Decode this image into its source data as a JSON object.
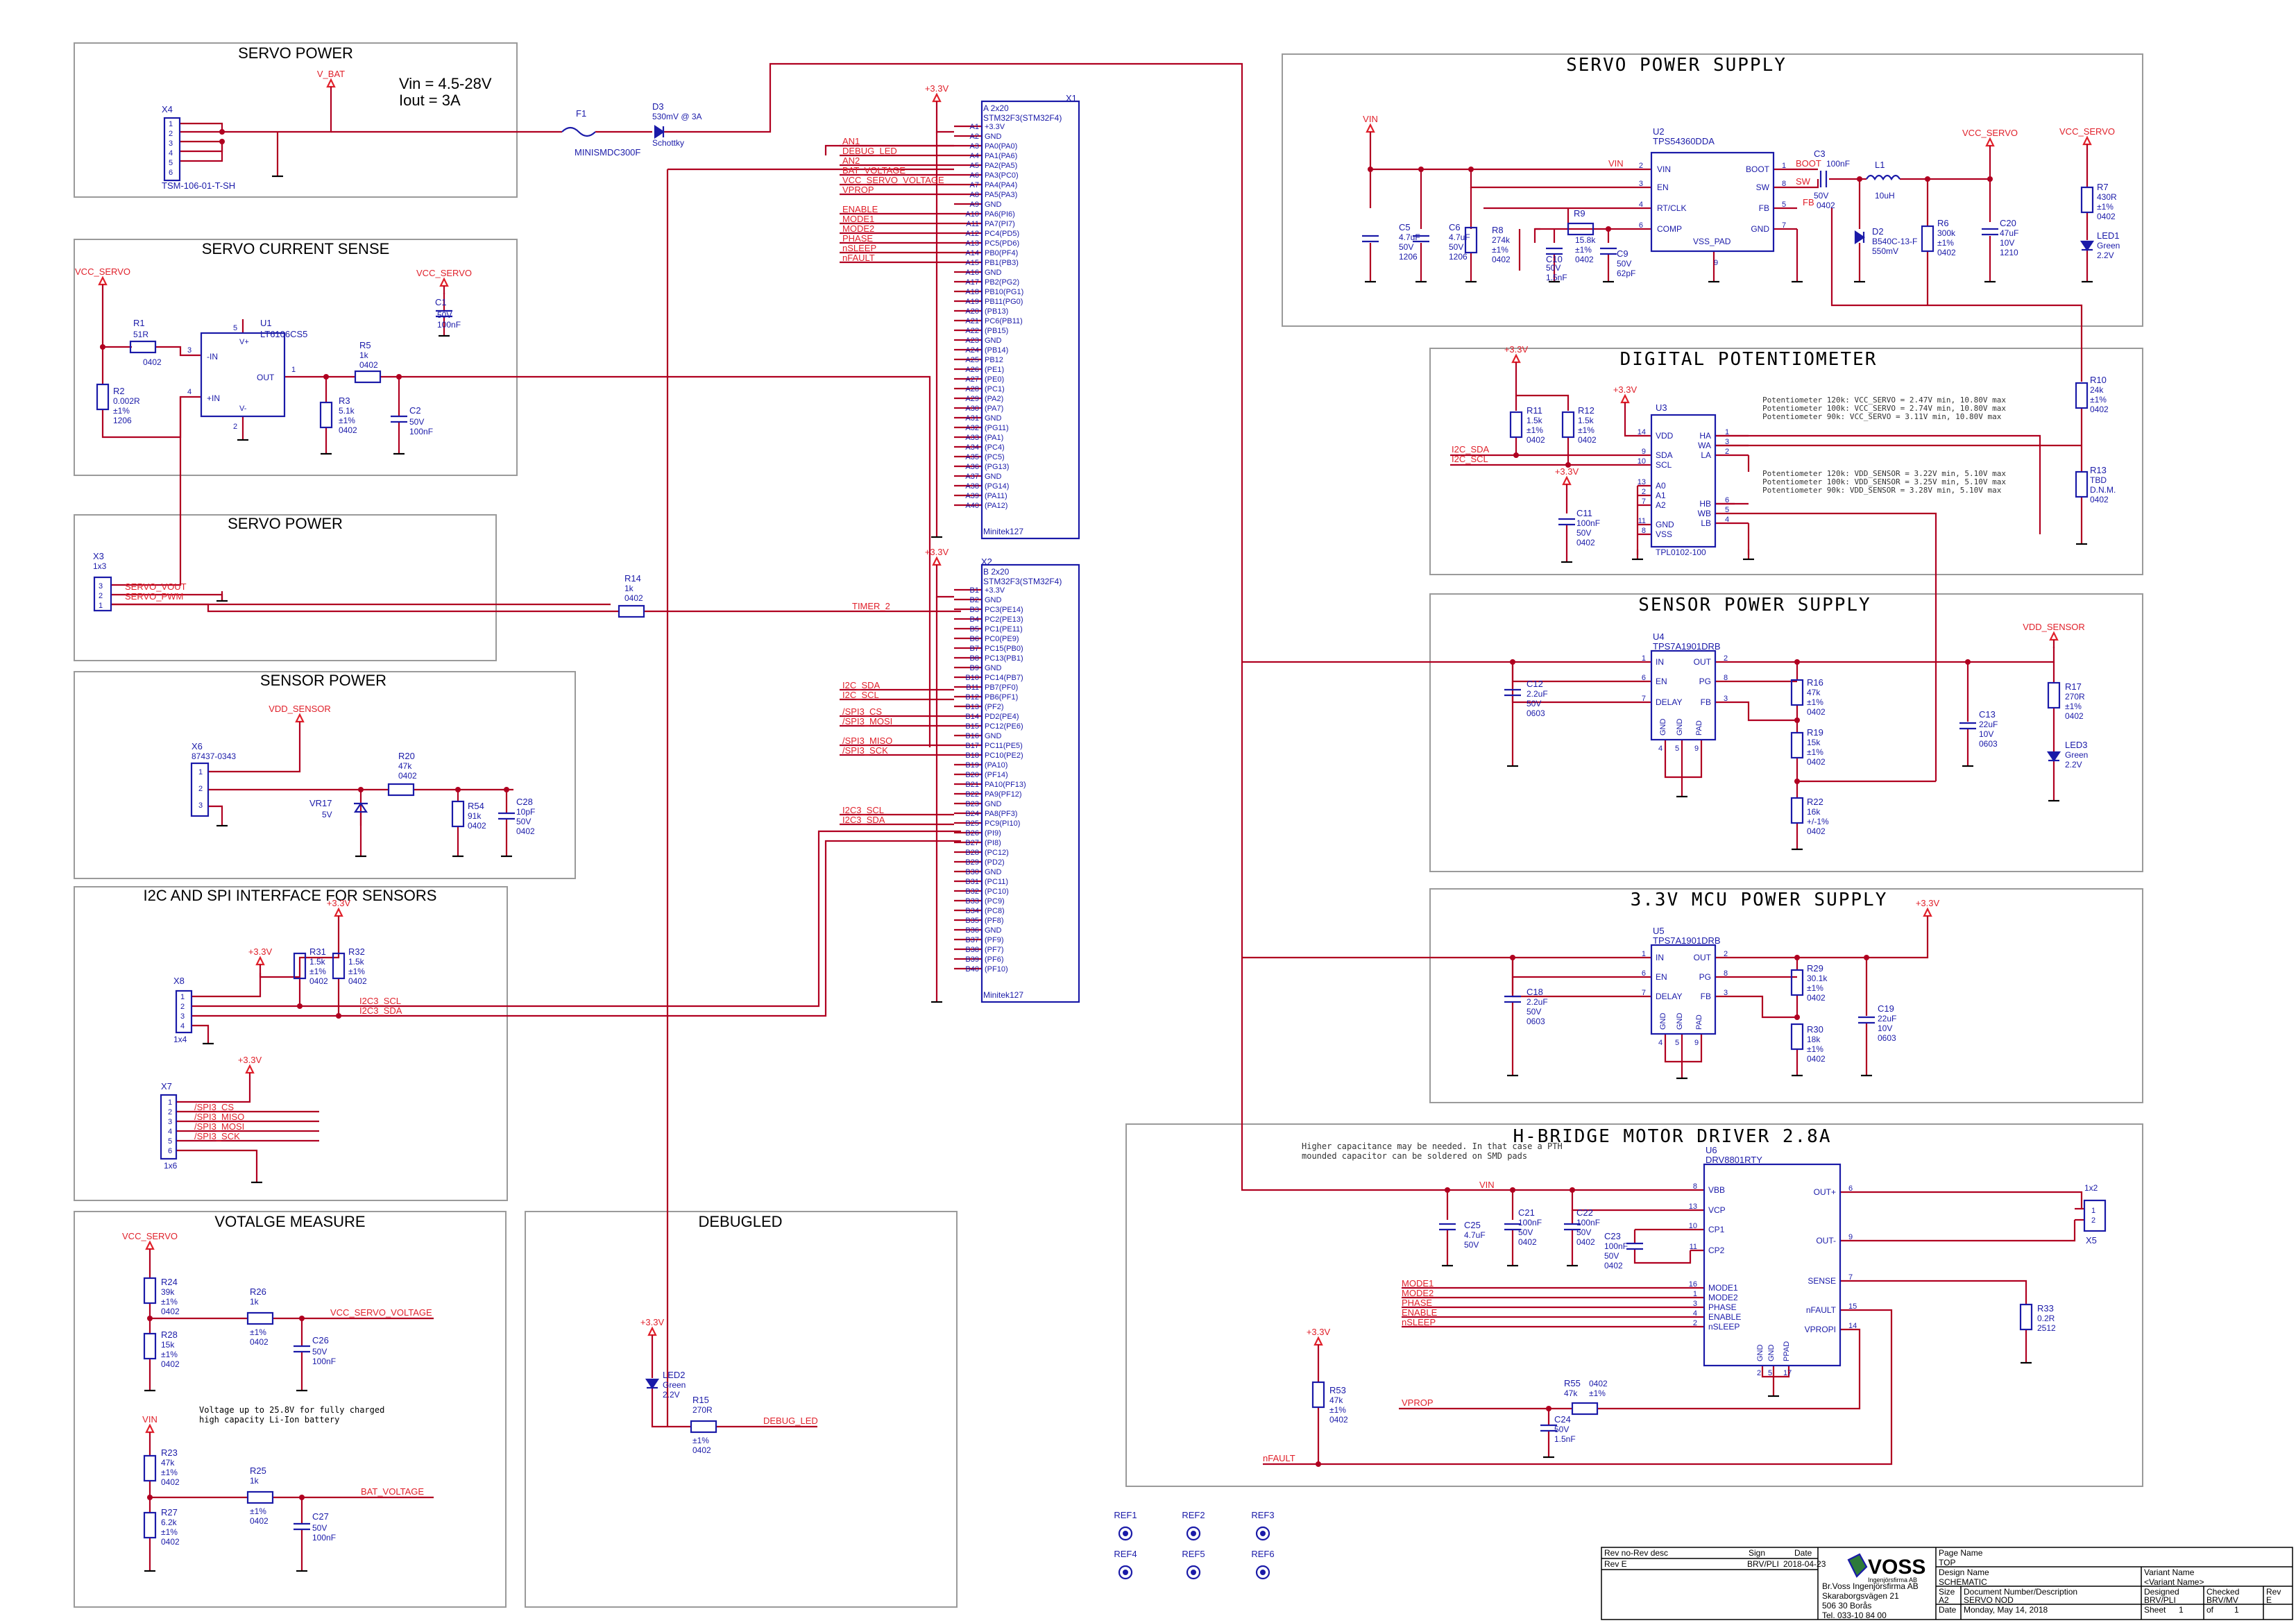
{
  "colors": {
    "wire": "#b00020",
    "part": "#1a1aa8",
    "frame": "#9a9a9a",
    "net": "#e0202a",
    "text": "#1a1aa8",
    "black": "#000000"
  },
  "blocks": {
    "servo_power": "SERVO POWER",
    "servo_current": "SERVO CURRENT SENSE",
    "servo_power2": "SERVO POWER",
    "sensor_power": "SENSOR POWER",
    "i2c_spi": "I2C AND SPI INTERFACE FOR SENSORS",
    "voltage": "VOTALGE MEASURE",
    "debugled": "DEBUGLED",
    "servo_supply": "SERVO POWER SUPPLY",
    "digipot": "DIGITAL POTENTIOMETER",
    "sensor_supply": "SENSOR POWER SUPPLY",
    "mcu_supply": "3.3V MCU POWER SUPPLY",
    "hbridge": "H-BRIDGE MOTOR DRIVER 2.8A"
  },
  "servo_power": {
    "vbat": "V_BAT",
    "vin_note": "Vin = 4.5-28V",
    "iout_note": "Iout = 3A",
    "x4": "X4",
    "x4_part": "TSM-106-01-T-SH",
    "pins": [
      "1",
      "2",
      "3",
      "4",
      "5",
      "6"
    ],
    "f1": "F1",
    "f1_part": "MINISMDC300F",
    "d3": "D3",
    "d3_val": "530mV @ 3A",
    "d3_type": "Schottky"
  },
  "servo_current": {
    "vcc": "VCC_SERVO",
    "vcc2": "VCC_SERVO",
    "r1": "R1",
    "r1_val": "51R",
    "r1_pkg": "0402",
    "r2": "R2",
    "r2_val": "0.002R",
    "r2_tol": "±1%",
    "r2_pkg": "1206",
    "u1": "U1",
    "u1_part": "LT6106CS5",
    "u1_in_neg": "-IN",
    "u1_in_pos": "+IN",
    "u1_out": "OUT",
    "u1_vp": "V+",
    "u1_vm": "V-",
    "pin3": "3",
    "pin4": "4",
    "pin5": "5",
    "pin1": "1",
    "pin2": "2",
    "r5": "R5",
    "r5_val": "1k",
    "r5_pkg": "0402",
    "r3": "R3",
    "r3_val": "5.1k",
    "r3_tol": "±1%",
    "r3_pkg": "0402",
    "c2": "C2",
    "c2_v": "50V",
    "c2_val": "100nF",
    "c1": "C1",
    "c1_v": "50V",
    "c1_val": "100nF"
  },
  "servo_power2": {
    "x3": "X3",
    "x3_part": "1x3",
    "pins": [
      "3",
      "2",
      "1"
    ],
    "net_vout": "SERVO_VOUT",
    "net_pwm": "SERVO_PWM",
    "r14": "R14",
    "r14_val": "1k",
    "r14_pkg": "0402",
    "timer": "TIMER_2"
  },
  "sensor_power": {
    "vdd": "VDD_SENSOR",
    "x6": "X6",
    "x6_part": "87437-0343",
    "pins": [
      "1",
      "2",
      "3"
    ],
    "r20": "R20",
    "r20_val": "47k",
    "r20_pkg": "0402",
    "vr17": "VR17",
    "vr17_val": "5V",
    "r54": "R54",
    "r54_val": "91k",
    "r54_pkg": "0402",
    "c28": "C28",
    "c28_val": "10pF",
    "c28_v": "50V",
    "c28_pkg": "0402"
  },
  "i2c_spi": {
    "v33a": "+3.3V",
    "v33b": "+3.3V",
    "r31": "R31",
    "r31_val": "1.5k",
    "r31_tol": "±1%",
    "r31_pkg": "0402",
    "r32": "R32",
    "r32_val": "1.5k",
    "r32_tol": "±1%",
    "r32_pkg": "0402",
    "x8": "X8",
    "x8_part": "1x4",
    "x8_pins": [
      "1",
      "2",
      "3",
      "4"
    ],
    "net_scl": "I2C3_SCL",
    "net_sda": "I2C3_SDA",
    "v33c": "+3.3V",
    "x7": "X7",
    "x7_part": "1x6",
    "x7_pins": [
      "1",
      "2",
      "3",
      "4",
      "5",
      "6"
    ],
    "spi_nets": [
      "/SPI3_CS",
      "/SPI3_MISO",
      "/SPI3_MOSI",
      "/SPI3_SCK"
    ]
  },
  "voltage": {
    "vcc": "VCC_SERVO",
    "r24": "R24",
    "r24_val": "39k",
    "r24_tol": "±1%",
    "r24_pkg": "0402",
    "r26": "R26",
    "r26_val": "1k",
    "r26_tol": "±1%",
    "r26_pkg": "0402",
    "r28": "R28",
    "r28_val": "15k",
    "r28_tol": "±1%",
    "r28_pkg": "0402",
    "c26": "C26",
    "c26_v": "50V",
    "c26_val": "100nF",
    "net1": "VCC_SERVO_VOLTAGE",
    "note1": "Voltage up to 25.8V for fully charged",
    "note2": "high capacity Li-Ion battery",
    "vin": "VIN",
    "r23": "R23",
    "r23_val": "47k",
    "r23_tol": "±1%",
    "r23_pkg": "0402",
    "r25": "R25",
    "r25_val": "1k",
    "r25_tol": "±1%",
    "r25_pkg": "0402",
    "r27": "R27",
    "r27_val": "6.2k",
    "r27_tol": "±1%",
    "r27_pkg": "0402",
    "c27": "C27",
    "c27_v": "50V",
    "c27_val": "100nF",
    "net2": "BAT_VOLTAGE"
  },
  "debugled": {
    "v33": "+3.3V",
    "led2": "LED2",
    "led2_col": "Green",
    "led2_v": "2.2V",
    "r15": "R15",
    "r15_val": "270R",
    "r15_tol": "±1%",
    "r15_pkg": "0402",
    "net": "DEBUG_LED"
  },
  "mcu_a": {
    "v33": "+3.3V",
    "x1": "X1",
    "title": "A 2x20",
    "part": "STM32F3(STM32F4)",
    "footer": "Minitek127",
    "nets": [
      "AN1",
      "DEBUG_LED",
      "AN2",
      "BAT_VOLTAGE",
      "VCC_SERVO_VOLTAGE",
      "VPROP",
      "ENABLE",
      "MODE1",
      "MODE2",
      "PHASE",
      "nSLEEP",
      "nFAULT"
    ],
    "pins": [
      "A1",
      "A2",
      "A3",
      "A4",
      "A5",
      "A6",
      "A7",
      "A8",
      "A9",
      "A10",
      "A11",
      "A12",
      "A13",
      "A14",
      "A15",
      "A16",
      "A17",
      "A18",
      "A19",
      "A20",
      "A21",
      "A22",
      "A23",
      "A24",
      "A25",
      "A26",
      "A27",
      "A28",
      "A29",
      "A30",
      "A31",
      "A32",
      "A33",
      "A34",
      "A35",
      "A36",
      "A37",
      "A38",
      "A39",
      "A40"
    ],
    "labels": [
      "+3.3V",
      "GND",
      "PA0(PA0)",
      "PA1(PA6)",
      "PA2(PA5)",
      "PA3(PC0)",
      "PA4(PA4)",
      "PA5(PA3)",
      "GND",
      "PA6(PI6)",
      "PA7(PI7)",
      "PC4(PD5)",
      "PC5(PD6)",
      "PB0(PF4)",
      "PB1(PB3)",
      "GND",
      "PB2(PG2)",
      "PB10(PG1)",
      "PB11(PG0)",
      "(PB13)",
      "PC6(PB11)",
      "(PB15)",
      "GND",
      "(PB14)",
      "PB12",
      "(PE1)",
      "(PE0)",
      "(PC1)",
      "(PA2)",
      "(PA7)",
      "GND",
      "(PG11)",
      "(PA1)",
      "(PC4)",
      "(PC5)",
      "(PG13)",
      "GND",
      "(PG14)",
      "(PA11)",
      "(PA12)"
    ]
  },
  "mcu_b": {
    "v33": "+3.3V",
    "x2": "X2",
    "title": "B 2x20",
    "part": "STM32F3(STM32F4)",
    "footer": "Minitek127",
    "nets": [
      "I2C_SDA",
      "I2C_SCL",
      "/SPI3_CS",
      "/SPI3_MOSI",
      "/SPI3_MISO",
      "/SPI3_SCK",
      "I2C3_SCL",
      "I2C3_SDA"
    ],
    "pins": [
      "B1",
      "B2",
      "B3",
      "B4",
      "B5",
      "B6",
      "B7",
      "B8",
      "B9",
      "B10",
      "B11",
      "B12",
      "B13",
      "B14",
      "B15",
      "B16",
      "B17",
      "B18",
      "B19",
      "B20",
      "B21",
      "B22",
      "B23",
      "B24",
      "B25",
      "B26",
      "B27",
      "B28",
      "B29",
      "B30",
      "B31",
      "B32",
      "B33",
      "B34",
      "B35",
      "B36",
      "B37",
      "B38",
      "B39",
      "B40"
    ],
    "labels": [
      "+3.3V",
      "GND",
      "PC3(PE14)",
      "PC2(PE13)",
      "PC1(PE11)",
      "PC0(PE9)",
      "PC15(PB0)",
      "PC13(PB1)",
      "GND",
      "PC14(PB7)",
      "PB7(PF0)",
      "PB6(PF1)",
      "(PF2)",
      "PD2(PE4)",
      "PC12(PE6)",
      "GND",
      "PC11(PE5)",
      "PC10(PE2)",
      "(PA10)",
      "(PF14)",
      "PA10(PF13)",
      "PA9(PF12)",
      "GND",
      "PA8(PF3)",
      "PC9(PI10)",
      "(PI9)",
      "(PI8)",
      "(PC12)",
      "(PD2)",
      "GND",
      "(PC11)",
      "(PC10)",
      "(PC9)",
      "(PC8)",
      "(PF8)",
      "GND",
      "(PF9)",
      "(PF7)",
      "(PF6)",
      "(PF10)"
    ]
  },
  "servo_supply": {
    "vin": "VIN",
    "vin2": "VIN",
    "u2": "U2",
    "u2_part": "TPS54360DDA",
    "u2_pins": [
      "VIN",
      "EN",
      "RT/CLK",
      "COMP",
      "BOOT",
      "SW",
      "FB",
      "GND",
      "VSS_PAD"
    ],
    "u2_nums": [
      "2",
      "3",
      "4",
      "6",
      "1",
      "8",
      "5",
      "7",
      "9"
    ],
    "net_boot": "BOOT",
    "net_sw": "SW",
    "net_fb": "FB",
    "c3": "C3",
    "c3_val": "100nF",
    "c3_v": "50V",
    "c3_pkg": "0402",
    "l1": "L1",
    "l1_val": "10uH",
    "vcc": "VCC_SERVO",
    "vcc2": "VCC_SERVO",
    "c5": "C5",
    "c5_val": "4.7uF",
    "c5_v": "50V",
    "c5_pkg": "1206",
    "c6": "C6",
    "c6_val": "4.7uF",
    "c6_v": "50V",
    "c6_pkg": "1206",
    "r8": "R8",
    "r8_val": "274k",
    "r8_tol": "±1%",
    "r8_pkg": "0402",
    "r9": "R9",
    "r9_val": "15.8k",
    "r9_tol": "±1%",
    "r9_pkg": "0402",
    "c10": "C10",
    "c10_v": "50V",
    "c10_val": "1.5nF",
    "c9": "C9",
    "c9_v": "50V",
    "c9_val": "62pF",
    "d2": "D2",
    "d2_part": "B540C-13-F",
    "d2_val": "550mV",
    "r6": "R6",
    "r6_val": "300k",
    "r6_tol": "±1%",
    "r6_pkg": "0402",
    "c20": "C20",
    "c20_val": "47uF",
    "c20_v": "10V",
    "c20_pkg": "1210",
    "r7": "R7",
    "r7_val": "430R",
    "r7_tol": "±1%",
    "r7_pkg": "0402",
    "led1": "LED1",
    "led1_col": "Green",
    "led1_v": "2.2V",
    "r10": "R10",
    "r10_val": "24k",
    "r10_tol": "±1%",
    "r10_pkg": "0402",
    "r13": "R13",
    "r13_val": "TBD",
    "r13_tol": "D.N.M.",
    "r13_pkg": "0402"
  },
  "digipot": {
    "v33a": "+3.3V",
    "v33b": "+3.3V",
    "v33c": "+3.3V",
    "r11": "R11",
    "r11_val": "1.5k",
    "r11_tol": "±1%",
    "r11_pkg": "0402",
    "r12": "R12",
    "r12_val": "1.5k",
    "r12_tol": "±1%",
    "r12_pkg": "0402",
    "net_sda": "I2C_SDA",
    "net_scl": "I2C_SCL",
    "u3": "U3",
    "u3_part": "TPL0102-100",
    "u3_left": [
      "VDD",
      "SDA",
      "SCL",
      "A0",
      "A1",
      "A2",
      "GND",
      "VSS"
    ],
    "u3_left_n": [
      "14",
      "9",
      "10",
      "13",
      "2",
      "7",
      "11",
      "8"
    ],
    "u3_right": [
      "HA",
      "WA",
      "LA",
      "HB",
      "WB",
      "LB"
    ],
    "u3_right_n": [
      "1",
      "3",
      "2",
      "6",
      "5",
      "4"
    ],
    "c11": "C11",
    "c11_val": "100nF",
    "c11_v": "50V",
    "c11_pkg": "0402",
    "notes1": [
      "Potentiometer 120k: VCC_SERVO = 2.47V min, 10.80V max",
      "Potentiometer 100k: VCC_SERVO = 2.74V min, 10.80V max",
      "Potentiometer  90k: VCC_SERVO = 3.11V min, 10.80V max"
    ],
    "notes2": [
      "Potentiometer 120k: VDD_SENSOR = 3.22V min, 5.10V max",
      "Potentiometer 100k: VDD_SENSOR = 3.25V min, 5.10V max",
      "Potentiometer  90k: VDD_SENSOR = 3.28V min, 5.10V max"
    ]
  },
  "sensor_supply": {
    "vdd": "VDD_SENSOR",
    "u4": "U4",
    "u4_part": "TPS7A1901DRB",
    "u4_left": [
      "IN",
      "EN",
      "DELAY"
    ],
    "u4_left_n": [
      "1",
      "6",
      "7"
    ],
    "u4_right": [
      "OUT",
      "PG",
      "FB"
    ],
    "u4_right_n": [
      "2",
      "8",
      "3"
    ],
    "u4_bottom": [
      "GND",
      "GND",
      "PAD"
    ],
    "u4_bottom_n": [
      "4",
      "5",
      "9"
    ],
    "c12": "C12",
    "c12_val": "2.2uF",
    "c12_v": "50V",
    "c12_pkg": "0603",
    "r16": "R16",
    "r16_val": "47k",
    "r16_tol": "±1%",
    "r16_pkg": "0402",
    "r19": "R19",
    "r19_val": "15k",
    "r19_tol": "±1%",
    "r19_pkg": "0402",
    "r22": "R22",
    "r22_val": "16k",
    "r22_tol": "+/-1%",
    "r22_pkg": "0402",
    "c13": "C13",
    "c13_val": "22uF",
    "c13_v": "10V",
    "c13_pkg": "0603",
    "r17": "R17",
    "r17_val": "270R",
    "r17_tol": "±1%",
    "r17_pkg": "0402",
    "led3": "LED3",
    "led3_col": "Green",
    "led3_v": "2.2V"
  },
  "mcu_supply": {
    "v33": "+3.3V",
    "u5": "U5",
    "u5_part": "TPS7A1901DRB",
    "u5_left": [
      "IN",
      "EN",
      "DELAY"
    ],
    "u5_left_n": [
      "1",
      "6",
      "7"
    ],
    "u5_right": [
      "OUT",
      "PG",
      "FB"
    ],
    "u5_right_n": [
      "2",
      "8",
      "3"
    ],
    "u5_bottom": [
      "GND",
      "GND",
      "PAD"
    ],
    "u5_bottom_n": [
      "4",
      "5",
      "9"
    ],
    "c18": "C18",
    "c18_val": "2.2uF",
    "c18_v": "50V",
    "c18_pkg": "0603",
    "r29": "R29",
    "r29_val": "30.1k",
    "r29_tol": "±1%",
    "r29_pkg": "0402",
    "r30": "R30",
    "r30_val": "18k",
    "r30_tol": "±1%",
    "r30_pkg": "0402",
    "c19": "C19",
    "c19_val": "22uF",
    "c19_v": "10V",
    "c19_pkg": "0603"
  },
  "hbridge": {
    "note1": "Higher capacitance may be needed. In that case a PTH",
    "note2": "mounded capacitor can be soldered on SMD pads",
    "u6": "U6",
    "u6_part": "DRV8801RTY",
    "vin": "VIN",
    "u6_left": [
      "VBB",
      "VCP",
      "CP1",
      "CP2",
      "MODE1",
      "MODE2",
      "PHASE",
      "ENABLE",
      "nSLEEP"
    ],
    "u6_left_n": [
      "8",
      "13",
      "10",
      "11",
      "16",
      "1",
      "3",
      "4",
      "2"
    ],
    "u6_right": [
      "OUT+",
      "OUT-",
      "SENSE",
      "nFAULT",
      "VPROPI"
    ],
    "u6_right_n": [
      "6",
      "9",
      "7",
      "15",
      "14"
    ],
    "u6_bottom": [
      "GND",
      "GND",
      "PPAD"
    ],
    "u6_bottom_n": [
      "2",
      "5",
      "17"
    ],
    "c25": "C25",
    "c25_val": "4.7uF",
    "c25_v": "50V",
    "c21": "C21",
    "c21_val": "100nF",
    "c21_v": "50V",
    "c21_pkg": "0402",
    "c22": "C22",
    "c22_val": "100nF",
    "c22_v": "50V",
    "c22_pkg": "0402",
    "c23": "C23",
    "c23_val": "100nF",
    "c23_v": "50V",
    "c23_pkg": "0402",
    "nets": [
      "MODE1",
      "MODE2",
      "PHASE",
      "ENABLE",
      "nSLEEP"
    ],
    "x5": "X5",
    "x5_part": "1x2",
    "x5_pins": [
      "1",
      "2"
    ],
    "r33": "R33",
    "r33_val": "0.2R",
    "r33_pkg": "2512",
    "v33": "+3.3V",
    "r53": "R53",
    "r53_val": "47k",
    "r53_tol": "±1%",
    "r53_pkg": "0402",
    "r55": "R55",
    "r55_pkg": "0402",
    "r55_val": "47k",
    "r55_tol": "±1%",
    "net_vprop": "VPROP",
    "c24": "C24",
    "c24_v": "50V",
    "c24_val": "1.5nF",
    "net_nfault": "nFAULT"
  },
  "refs": [
    "REF1",
    "REF2",
    "REF3",
    "REF4",
    "REF5",
    "REF6"
  ],
  "titleblock": {
    "rev_hdr": "Rev no-Rev desc",
    "sign_hdr": "Sign",
    "date_hdr": "Date",
    "rev": "Rev E",
    "sign": "BRV/PLI",
    "date": "2018-04-23",
    "logo": "VOSS",
    "logo_sub": "Ingenjörsfirma AB",
    "company": "Br.Voss Ingenjörsfirma AB",
    "street": "Skaraborgsvägen 21",
    "city": "506 30 Borås",
    "phone": "Tel. 033-10 84 00",
    "page_name_h": "Page Name",
    "page_name": "TOP",
    "design_name_h": "Design Name",
    "design_name": "SCHEMATIC",
    "size_h": "Size",
    "size": "A2",
    "docnum_h": "Document Number/Description",
    "docnum": "SERVO NOD",
    "date_h": "Date",
    "date2": "Monday, May 14, 2018",
    "sheet_h": "Sheet",
    "sheet": "1",
    "of": "of",
    "sheets": "1",
    "variant_h": "Variant Name",
    "variant": "<Variant Name>",
    "designed_h": "Designed",
    "designed": "BRV/PLI",
    "checked_h": "Checked",
    "checked": "BRV/MV",
    "rev2_h": "Rev",
    "rev2": "E"
  }
}
